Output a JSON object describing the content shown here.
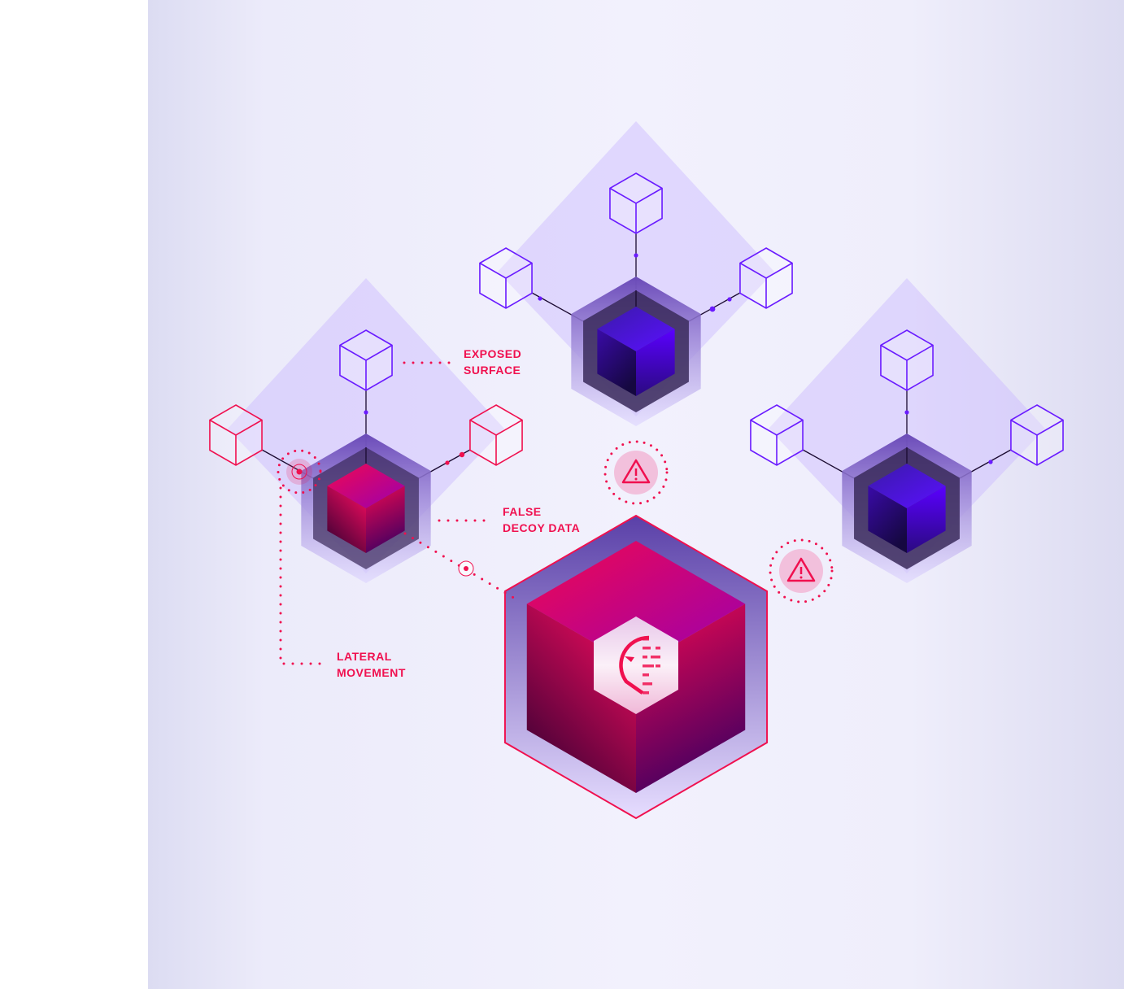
{
  "labels": {
    "exposed_surface": [
      "EXPOSED",
      "SURFACE"
    ],
    "false_decoy_data": [
      "FALSE",
      "DECOY DATA"
    ],
    "lateral_movement": [
      "LATERAL",
      "MOVEMENT"
    ]
  },
  "colors": {
    "accent": "#f0104f",
    "purple": "#6a1bff",
    "dark": "#3a2a5a"
  },
  "icons": [
    "cube-outline-icon",
    "warning-icon",
    "alien-skull-data-icon",
    "target-icon"
  ]
}
